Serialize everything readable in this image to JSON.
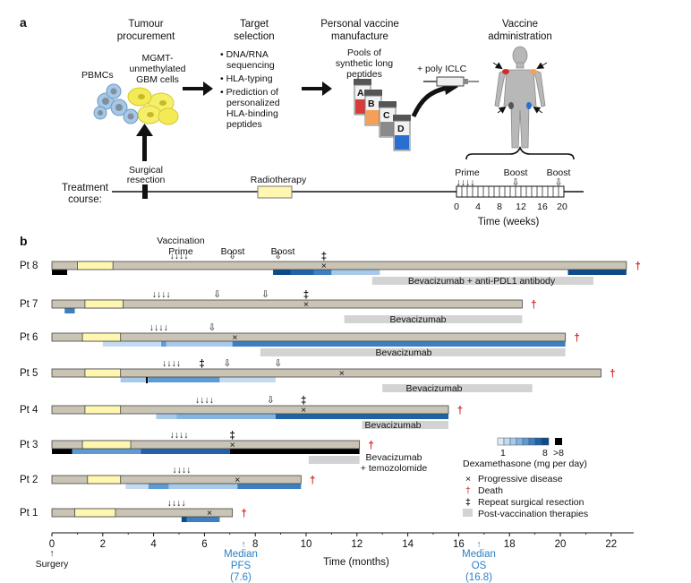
{
  "panel_a": {
    "label": "a",
    "steps": [
      {
        "title_l1": "Tumour",
        "title_l2": "procurement"
      },
      {
        "title_l1": "Target",
        "title_l2": "selection"
      },
      {
        "title_l1": "Personal vaccine",
        "title_l2": "manufacture"
      },
      {
        "title_l1": "Vaccine",
        "title_l2": "administration"
      }
    ],
    "pbmcs": "PBMCs",
    "gbm_l1": "MGMT-",
    "gbm_l2": "unmethylated",
    "gbm_l3": "GBM cells",
    "bullets": [
      "DNA/RNA",
      "sequencing",
      "HLA-typing",
      "Prediction of",
      "personalized",
      "HLA-binding",
      "peptides"
    ],
    "pools_l1": "Pools of",
    "pools_l2": "synthetic long",
    "pools_l3": "peptides",
    "vials": [
      "A",
      "B",
      "C",
      "D"
    ],
    "adjuvant": "+ poly ICLC",
    "surgical_l1": "Surgical",
    "surgical_l2": "resection",
    "course_l1": "Treatment",
    "course_l2": "course:",
    "radiotherapy": "Radiotherapy",
    "prime": "Prime",
    "boost": "Boost",
    "week_ticks": [
      "0",
      "4",
      "8",
      "12",
      "16",
      "20"
    ],
    "week_axis": "Time (weeks)"
  },
  "panel_b": {
    "label": "b",
    "vaccination": "Vaccination",
    "prime": "Prime",
    "boost": "Boost",
    "patients": [
      {
        "label": "Pt 8",
        "therapy": "Bevacizumab + anti-PDL1 antibody"
      },
      {
        "label": "Pt 7",
        "therapy": "Bevacizumab"
      },
      {
        "label": "Pt 6",
        "therapy": "Bevacizumab"
      },
      {
        "label": "Pt 5",
        "therapy": "Bevacizumab"
      },
      {
        "label": "Pt 4",
        "therapy": "Bevacizumab"
      },
      {
        "label": "Pt 3",
        "therapy_l1": "Bevacizumab",
        "therapy_l2": "+ temozolomide"
      },
      {
        "label": "Pt 2"
      },
      {
        "label": "Pt 1"
      }
    ],
    "legend": {
      "dex_low": "1",
      "dex_mid": "8",
      "dex_high": ">8",
      "dex_title": "Dexamethasone (mg per day)",
      "items": [
        "Progressive disease",
        "Death",
        "Repeat surgical resection",
        "Post-vaccination therapies"
      ]
    },
    "axis_ticks": [
      "0",
      "2",
      "4",
      "6",
      "8",
      "10",
      "12",
      "14",
      "16",
      "18",
      "20",
      "22"
    ],
    "axis_label": "Time (months)",
    "surgery": "Surgery",
    "median_pfs_l1": "Median",
    "median_pfs_l2": "PFS",
    "median_pfs_l3": "(7.6)",
    "median_os_l1": "Median",
    "median_os_l2": "OS",
    "median_os_l3": "(16.8)"
  },
  "colors": {
    "track": "#c9c4b4",
    "radiotherapy": "#fff7b0",
    "therapy": "#d3d3d3",
    "death": "#d42020",
    "median": "#2a7fc6",
    "dex": [
      "#dce9f6",
      "#c3daf0",
      "#a7c9ea",
      "#84b4e0",
      "#5f9bd3",
      "#3d7fc1",
      "#1f62a8",
      "#0c4a8a",
      "#000000"
    ]
  }
}
